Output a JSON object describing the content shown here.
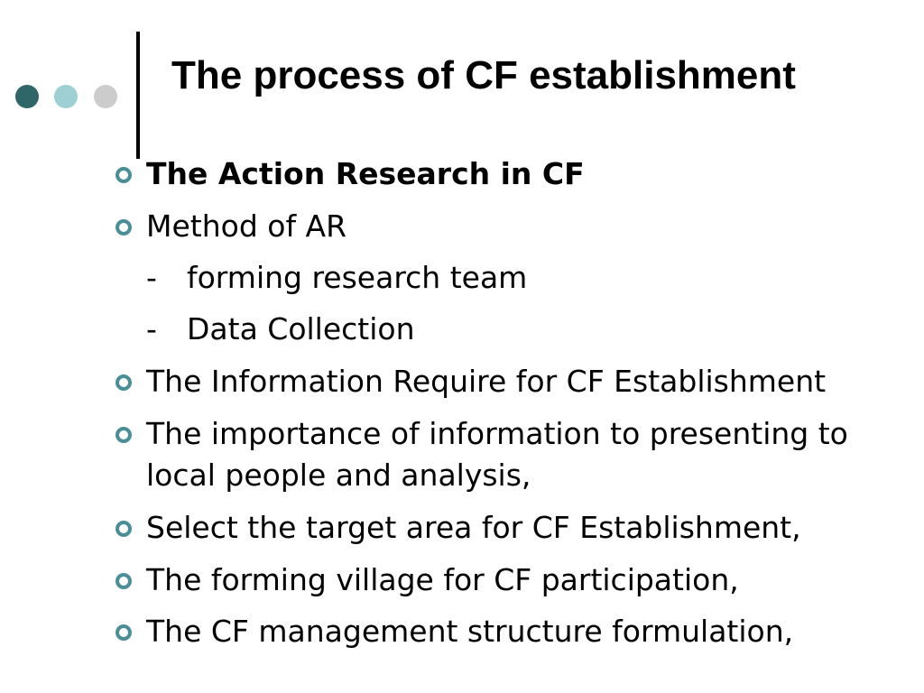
{
  "colors": {
    "dot_1": "#2f6668",
    "dot_2": "#9ecfd2",
    "dot_3": "#cccccc",
    "bullet_marker": "#4a8f98",
    "title_bar": "#000000"
  },
  "title": "The process of CF establishment",
  "bullet_icon": "ring-bullet-icon",
  "bullets": [
    {
      "text": "The Action Research in CF",
      "bold": true
    },
    {
      "text": "Method of AR"
    },
    {
      "dash": "-",
      "text": "forming research team",
      "sub": true
    },
    {
      "dash": "-",
      "text": "Data Collection",
      "sub": true
    },
    {
      "text": "The Information Require for CF Establishment"
    },
    {
      "text": "The importance of information to presenting to",
      "text_2": "local people and analysis,"
    },
    {
      "text": "Select the target area for CF Establishment,"
    },
    {
      "text": "The forming village for CF participation,"
    },
    {
      "text": "The CF management structure formulation,"
    }
  ]
}
